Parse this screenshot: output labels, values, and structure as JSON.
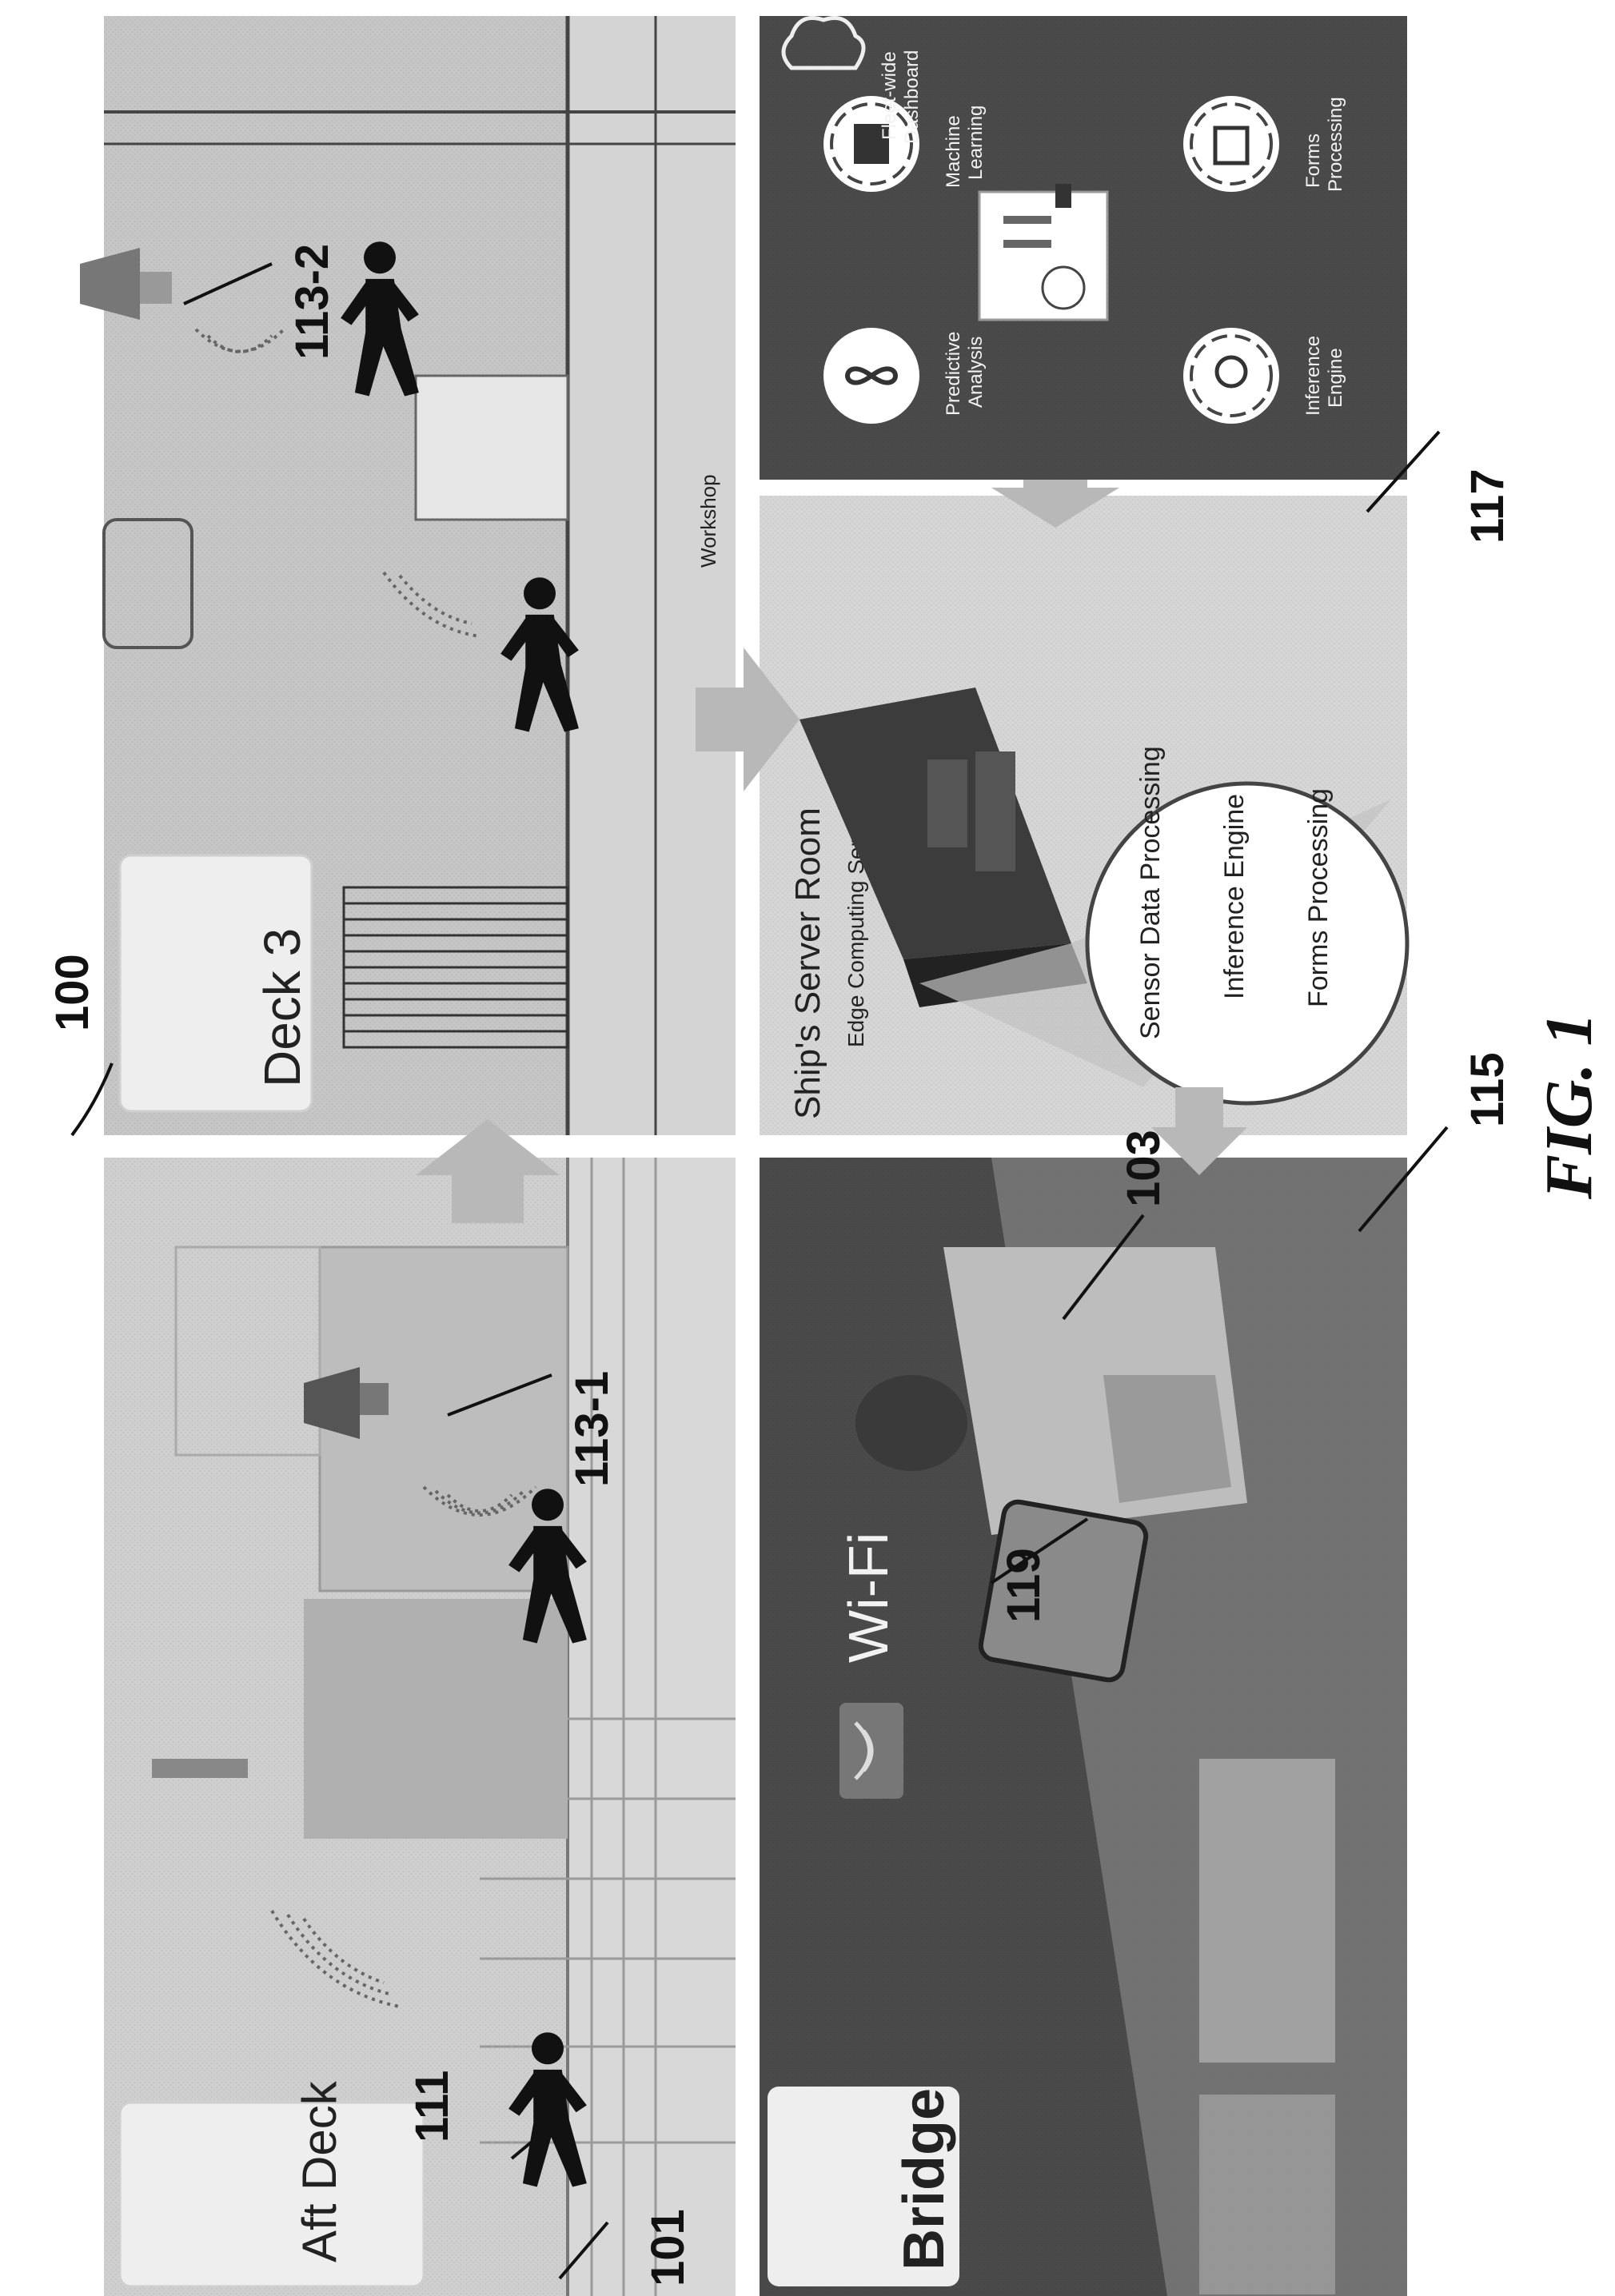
{
  "figure": {
    "ref": "100",
    "caption": "FIG. 1"
  },
  "panels": {
    "aft_deck": "Aft Deck",
    "deck3": "Deck 3",
    "workshop": "Workshop",
    "bridge": "Bridge",
    "wifi": "Wi-Fi",
    "server_room": "Ship's Server Room",
    "server_caption": "Edge Computing Server",
    "circle_items": [
      "Sensor Data Processing",
      "Inference Engine",
      "Forms Processing"
    ],
    "cloud_items": {
      "predictive": [
        "Predictive",
        "Analysis"
      ],
      "ml": [
        "Machine",
        "Learning"
      ],
      "dashboard": [
        "Fleet-wide",
        "Dashboard"
      ],
      "inference": [
        "Inference",
        "Engine"
      ],
      "forms": [
        "Forms",
        "Processing"
      ]
    }
  },
  "ref_labels": {
    "r101": "101",
    "r111": "111",
    "r113_1": "113-1",
    "r113_2": "113-2",
    "r103": "103",
    "r115": "115",
    "r117": "117",
    "r119": "119"
  },
  "icons": [
    "cloud-icon",
    "infinity-icon",
    "machine-learning-icon",
    "dashboard-icon",
    "lightbulb-icon",
    "forms-icon",
    "wifi-router-icon",
    "person-icon",
    "tablet-icon",
    "server-icon",
    "wall-sensor-icon"
  ],
  "colors": {
    "dark_panel": "#4a4a4a",
    "light_panel": "#d4d4d4",
    "deck_panel": "#c6c6c6",
    "arrow": "#b8b8b8"
  }
}
